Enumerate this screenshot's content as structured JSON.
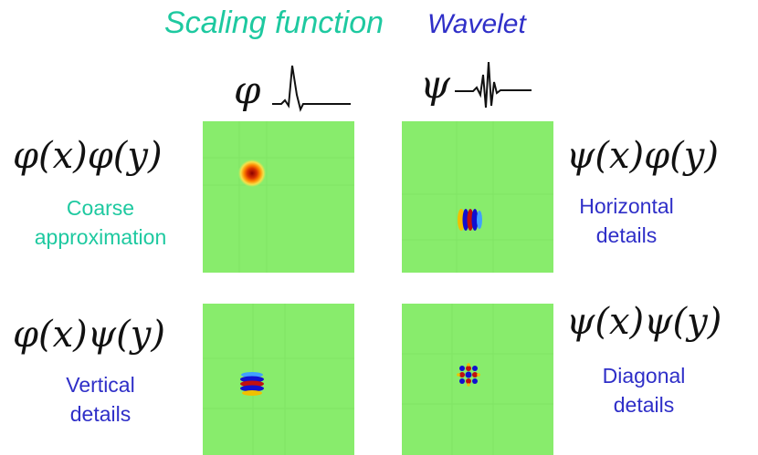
{
  "headers": {
    "scaling": "Scaling function",
    "wavelet": "Wavelet"
  },
  "symbols": {
    "phi": "φ",
    "psi": "ψ"
  },
  "rows": [
    {
      "left_formula": "φ(x)φ(y)",
      "left_desc_line1": "Coarse",
      "left_desc_line2": "approximation",
      "right_formula": "ψ(x)φ(y)",
      "right_desc_line1": "Horizontal",
      "right_desc_line2": "details"
    },
    {
      "left_formula": "φ(x)ψ(y)",
      "left_desc_line1": "Vertical",
      "left_desc_line2": "details",
      "right_formula": "ψ(x)ψ(y)",
      "right_desc_line1": "Diagonal",
      "right_desc_line2": "details"
    }
  ],
  "colors": {
    "teal": "#1ec9a0",
    "blue": "#2f2fc8",
    "panel_background": "#88ec6c"
  }
}
